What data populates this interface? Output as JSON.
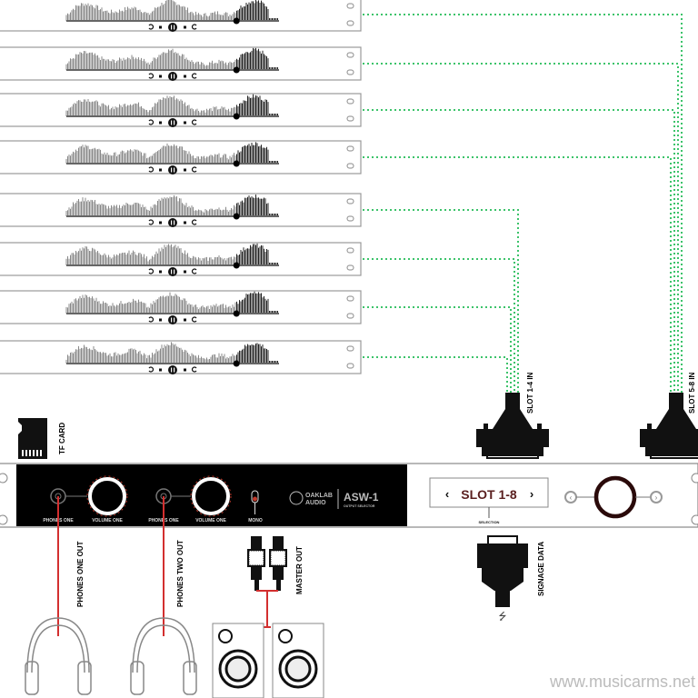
{
  "rack_units": {
    "count": 8,
    "playback_progress": 0.8,
    "transport_icons": [
      "rewind-icon",
      "stop-icon",
      "pause-icon",
      "stop-icon",
      "forward-icon"
    ]
  },
  "connections": {
    "slot_1_4_label": "SLOT 1-4 IN",
    "slot_5_8_label": "SLOT 5-8 IN",
    "line_color": "#3cc36a"
  },
  "tf_card": {
    "label": "TF CARD"
  },
  "front_panel": {
    "phones_one_label": "PHONES ONE",
    "volume_one_label": "VOLUME ONE",
    "phones_two_label": "PHONES ONE",
    "volume_two_label": "VOLUME ONE",
    "mono_label": "MONO",
    "brand_line1": "OAKLAB",
    "brand_line2": "AUDIO",
    "model": "ASW-1",
    "model_sub": "OUTPUT SELECTOR",
    "display_text": "SLOT 1-8",
    "display_prev": "‹",
    "display_next": "›",
    "selection_label": "SELECTION",
    "accent_color": "#c0392b"
  },
  "outputs": {
    "phones_one_out": "PHONES ONE OUT",
    "phones_two_out": "PHONES TWO OUT",
    "master_out": "MASTER OUT",
    "signage_data": "SIGNAGE DATA",
    "cable_color": "#d32f2f"
  },
  "watermark": "www.musicarms.net"
}
